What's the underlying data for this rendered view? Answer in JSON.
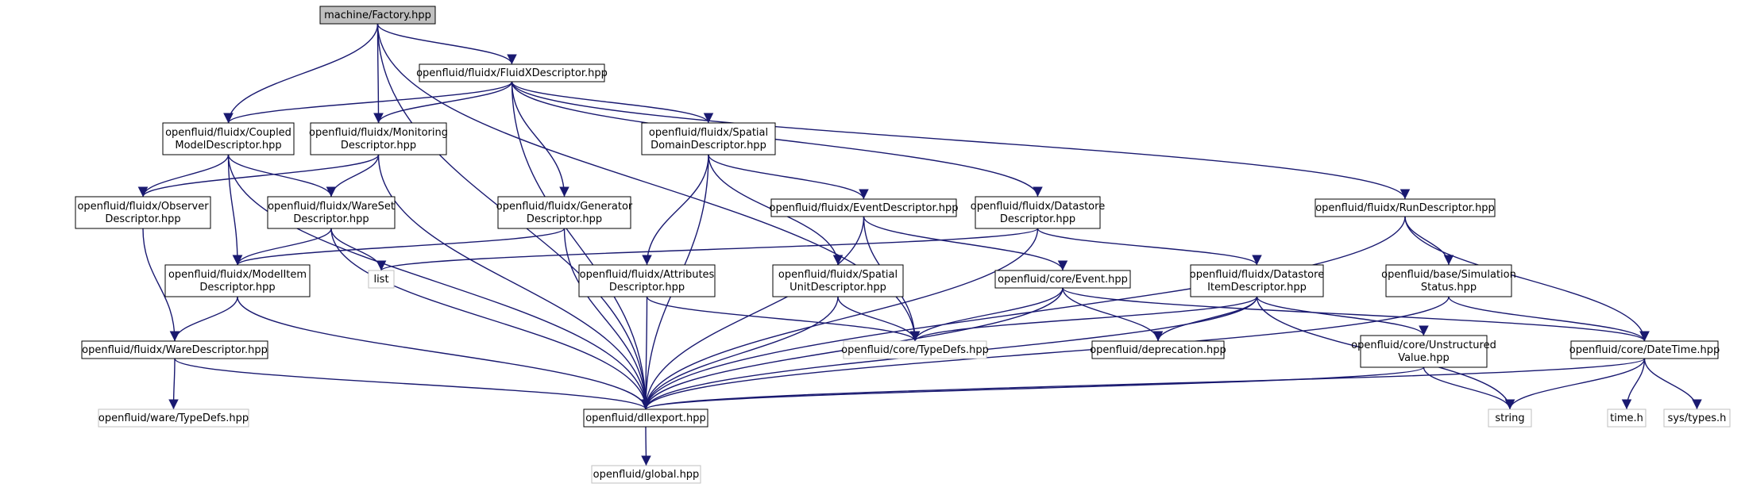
{
  "title": "machine/Factory.hpp",
  "colors": {
    "edge": "#191970",
    "node_border": "#000000",
    "node_fill": "#ffffff",
    "root_fill": "#bfbfbf",
    "external_border": "#bfbfbf"
  },
  "nodes": [
    {
      "id": "factory",
      "lines": [
        "machine/Factory.hpp"
      ],
      "kind": "root"
    },
    {
      "id": "fluidx",
      "lines": [
        "openfluid/fluidx/FluidXDescriptor.hpp"
      ],
      "kind": "header"
    },
    {
      "id": "coupled",
      "lines": [
        "openfluid/fluidx/Coupled",
        "ModelDescriptor.hpp"
      ],
      "kind": "header"
    },
    {
      "id": "monitoring",
      "lines": [
        "openfluid/fluidx/Monitoring",
        "Descriptor.hpp"
      ],
      "kind": "header"
    },
    {
      "id": "spatialdomain",
      "lines": [
        "openfluid/fluidx/Spatial",
        "DomainDescriptor.hpp"
      ],
      "kind": "header"
    },
    {
      "id": "observer",
      "lines": [
        "openfluid/fluidx/Observer",
        "Descriptor.hpp"
      ],
      "kind": "header"
    },
    {
      "id": "wareset",
      "lines": [
        "openfluid/fluidx/WareSet",
        "Descriptor.hpp"
      ],
      "kind": "header"
    },
    {
      "id": "generator",
      "lines": [
        "openfluid/fluidx/Generator",
        "Descriptor.hpp"
      ],
      "kind": "header"
    },
    {
      "id": "eventdesc",
      "lines": [
        "openfluid/fluidx/EventDescriptor.hpp"
      ],
      "kind": "header"
    },
    {
      "id": "datastore",
      "lines": [
        "openfluid/fluidx/Datastore",
        "Descriptor.hpp"
      ],
      "kind": "header"
    },
    {
      "id": "rundesc",
      "lines": [
        "openfluid/fluidx/RunDescriptor.hpp"
      ],
      "kind": "header"
    },
    {
      "id": "modelitem",
      "lines": [
        "openfluid/fluidx/ModelItem",
        "Descriptor.hpp"
      ],
      "kind": "header"
    },
    {
      "id": "list",
      "lines": [
        "list"
      ],
      "kind": "external"
    },
    {
      "id": "attributes",
      "lines": [
        "openfluid/fluidx/Attributes",
        "Descriptor.hpp"
      ],
      "kind": "header"
    },
    {
      "id": "spatialunit",
      "lines": [
        "openfluid/fluidx/Spatial",
        "UnitDescriptor.hpp"
      ],
      "kind": "header"
    },
    {
      "id": "coreevent",
      "lines": [
        "openfluid/core/Event.hpp"
      ],
      "kind": "header"
    },
    {
      "id": "dsitem",
      "lines": [
        "openfluid/fluidx/Datastore",
        "ItemDescriptor.hpp"
      ],
      "kind": "header"
    },
    {
      "id": "simstatus",
      "lines": [
        "openfluid/base/Simulation",
        "Status.hpp"
      ],
      "kind": "header"
    },
    {
      "id": "waredesc",
      "lines": [
        "openfluid/fluidx/WareDescriptor.hpp"
      ],
      "kind": "header"
    },
    {
      "id": "coretypedefs",
      "lines": [
        "openfluid/core/TypeDefs.hpp"
      ],
      "kind": "external"
    },
    {
      "id": "deprecation",
      "lines": [
        "openfluid/deprecation.hpp"
      ],
      "kind": "header"
    },
    {
      "id": "unstructured",
      "lines": [
        "openfluid/core/Unstructured",
        "Value.hpp"
      ],
      "kind": "header"
    },
    {
      "id": "datetime",
      "lines": [
        "openfluid/core/DateTime.hpp"
      ],
      "kind": "header"
    },
    {
      "id": "waretypedefs",
      "lines": [
        "openfluid/ware/TypeDefs.hpp"
      ],
      "kind": "external"
    },
    {
      "id": "dllexport",
      "lines": [
        "openfluid/dllexport.hpp"
      ],
      "kind": "header"
    },
    {
      "id": "string",
      "lines": [
        "string"
      ],
      "kind": "external"
    },
    {
      "id": "timeh",
      "lines": [
        "time.h"
      ],
      "kind": "external"
    },
    {
      "id": "systypes",
      "lines": [
        "sys/types.h"
      ],
      "kind": "external"
    },
    {
      "id": "global",
      "lines": [
        "openfluid/global.hpp"
      ],
      "kind": "external"
    }
  ],
  "edges": [
    [
      "factory",
      "fluidx"
    ],
    [
      "factory",
      "coupled"
    ],
    [
      "factory",
      "monitoring"
    ],
    [
      "factory",
      "dllexport"
    ],
    [
      "factory",
      "coretypedefs"
    ],
    [
      "fluidx",
      "coupled"
    ],
    [
      "fluidx",
      "monitoring"
    ],
    [
      "fluidx",
      "spatialdomain"
    ],
    [
      "fluidx",
      "generator"
    ],
    [
      "fluidx",
      "datastore"
    ],
    [
      "fluidx",
      "rundesc"
    ],
    [
      "fluidx",
      "dllexport"
    ],
    [
      "coupled",
      "observer"
    ],
    [
      "coupled",
      "wareset"
    ],
    [
      "coupled",
      "modelitem"
    ],
    [
      "coupled",
      "dllexport"
    ],
    [
      "monitoring",
      "observer"
    ],
    [
      "monitoring",
      "wareset"
    ],
    [
      "monitoring",
      "dllexport"
    ],
    [
      "spatialdomain",
      "eventdesc"
    ],
    [
      "spatialdomain",
      "attributes"
    ],
    [
      "spatialdomain",
      "spatialunit"
    ],
    [
      "spatialdomain",
      "dllexport"
    ],
    [
      "observer",
      "waredesc"
    ],
    [
      "wareset",
      "modelitem"
    ],
    [
      "wareset",
      "list"
    ],
    [
      "wareset",
      "dllexport"
    ],
    [
      "generator",
      "modelitem"
    ],
    [
      "generator",
      "dllexport"
    ],
    [
      "eventdesc",
      "coreevent"
    ],
    [
      "eventdesc",
      "coretypedefs"
    ],
    [
      "eventdesc",
      "dllexport"
    ],
    [
      "datastore",
      "list"
    ],
    [
      "datastore",
      "dsitem"
    ],
    [
      "datastore",
      "dllexport"
    ],
    [
      "rundesc",
      "simstatus"
    ],
    [
      "rundesc",
      "datetime"
    ],
    [
      "rundesc",
      "dllexport"
    ],
    [
      "modelitem",
      "waredesc"
    ],
    [
      "modelitem",
      "dllexport"
    ],
    [
      "attributes",
      "coretypedefs"
    ],
    [
      "attributes",
      "dllexport"
    ],
    [
      "spatialunit",
      "coretypedefs"
    ],
    [
      "spatialunit",
      "dllexport"
    ],
    [
      "coreevent",
      "coretypedefs"
    ],
    [
      "coreevent",
      "deprecation"
    ],
    [
      "coreevent",
      "datetime"
    ],
    [
      "coreevent",
      "dllexport"
    ],
    [
      "dsitem",
      "coretypedefs"
    ],
    [
      "dsitem",
      "deprecation"
    ],
    [
      "dsitem",
      "unstructured"
    ],
    [
      "dsitem",
      "string"
    ],
    [
      "dsitem",
      "dllexport"
    ],
    [
      "simstatus",
      "datetime"
    ],
    [
      "simstatus",
      "dllexport"
    ],
    [
      "waredesc",
      "waretypedefs"
    ],
    [
      "waredesc",
      "dllexport"
    ],
    [
      "unstructured",
      "string"
    ],
    [
      "unstructured",
      "dllexport"
    ],
    [
      "datetime",
      "string"
    ],
    [
      "datetime",
      "timeh"
    ],
    [
      "datetime",
      "systypes"
    ],
    [
      "datetime",
      "dllexport"
    ],
    [
      "dllexport",
      "global"
    ]
  ]
}
